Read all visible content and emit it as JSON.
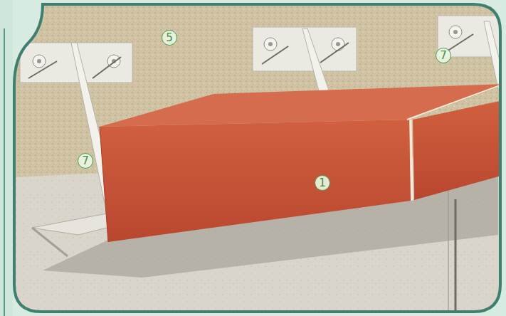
{
  "diagram": {
    "labels": [
      "5",
      "7",
      "7",
      "1"
    ]
  }
}
